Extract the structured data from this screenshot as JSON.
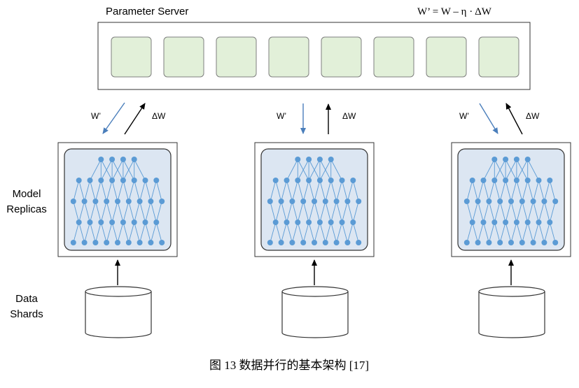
{
  "server": {
    "title": "Parameter Server",
    "formula": "W’ = W – η · ΔW",
    "shard_count": 8
  },
  "labels": {
    "model_replicas": [
      "Model",
      "Replicas"
    ],
    "data_shards": [
      "Data",
      "Shards"
    ]
  },
  "arrows": {
    "down_label": "W’",
    "up_label": "ΔW"
  },
  "network": {
    "layers": [
      4,
      8,
      9,
      8,
      9
    ]
  },
  "replica_count": 3,
  "colors": {
    "shard_fill": "#e2f0d9",
    "replica_fill": "#dce6f2",
    "node": "#5b9bd5",
    "edge": "#5b9bd5",
    "down_arrow": "#4a7ebb",
    "border": "#333333"
  },
  "caption": "图 13  数据并行的基本架构 [17]"
}
